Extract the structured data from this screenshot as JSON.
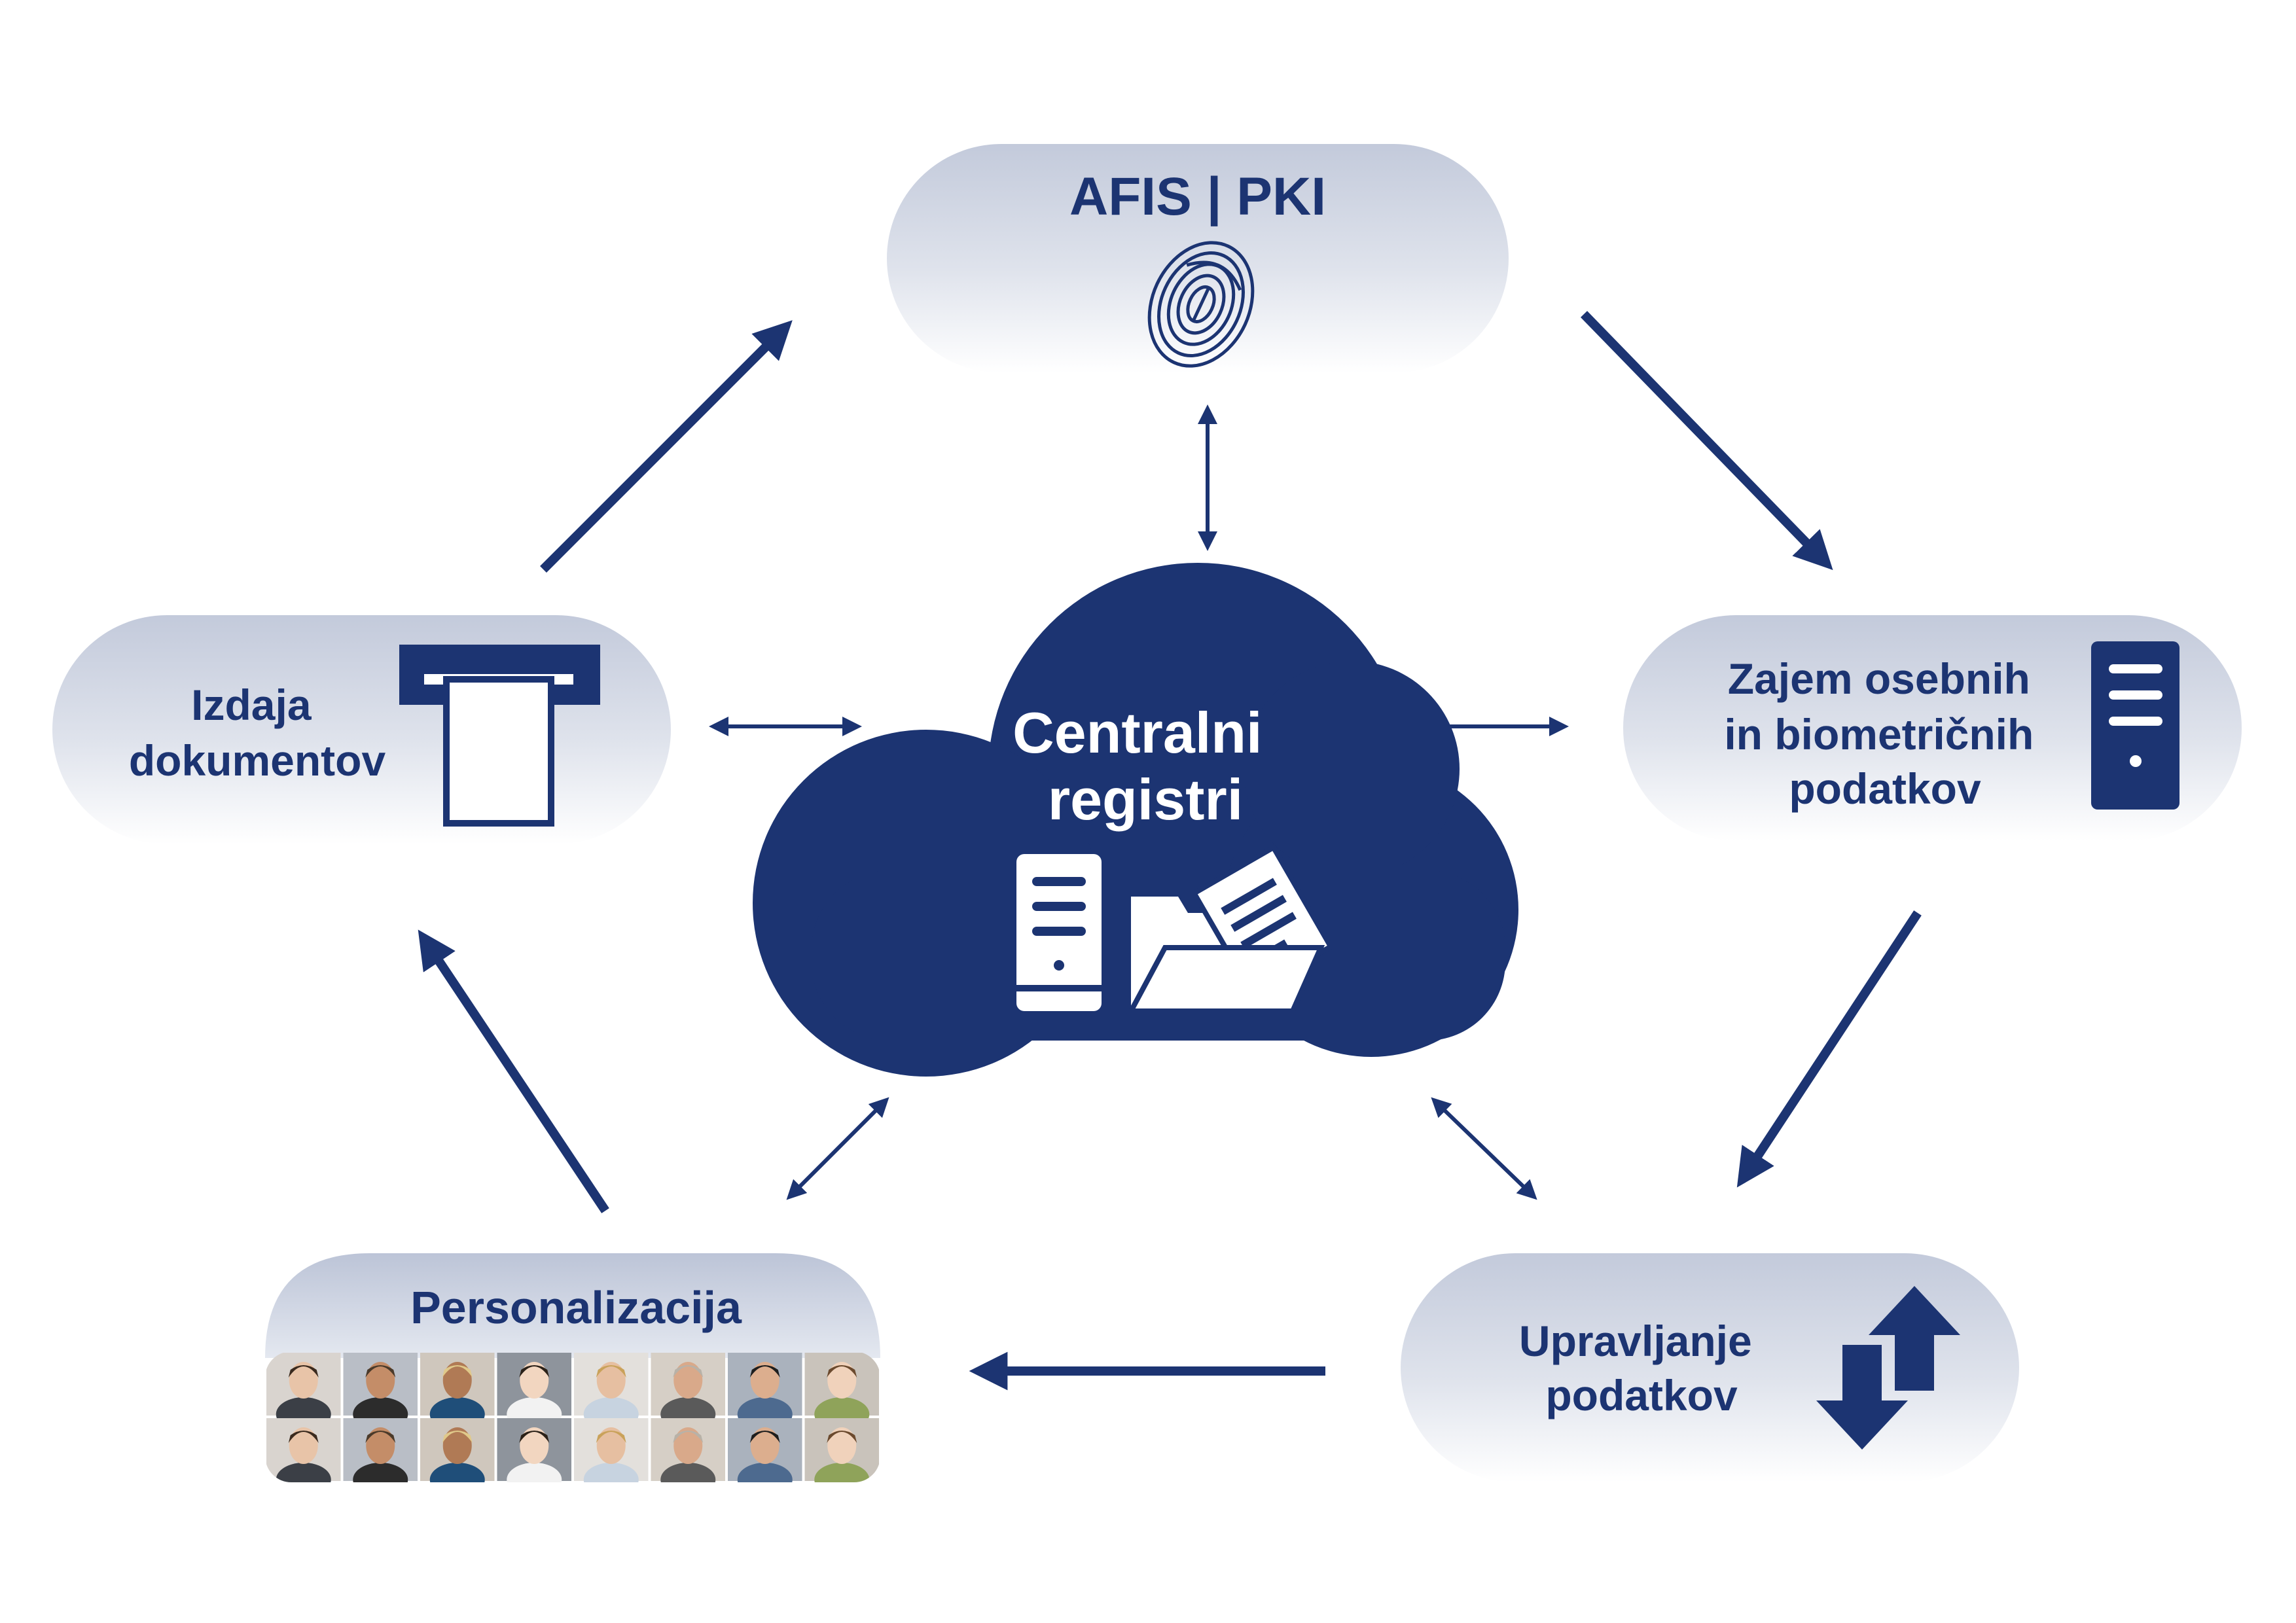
{
  "colors": {
    "navy": "#1c3472",
    "pill_top": "#c3cadb",
    "pill_bottom": "#ffffff",
    "white": "#ffffff"
  },
  "nodes": {
    "afis": {
      "label": "AFIS | PKI",
      "icon": "fingerprint-icon"
    },
    "capture": {
      "lines": [
        "Zajem osebnih",
        "in biometričnih",
        "podatkov"
      ],
      "icon": "server-icon"
    },
    "management": {
      "lines": [
        "Upravljanje",
        "podatkov"
      ],
      "icon": "up-down-arrows-icon"
    },
    "personalization": {
      "label": "Personalizacija",
      "icon": "portrait-grid"
    },
    "issuance": {
      "lines": [
        "Izdaja",
        "dokumentov"
      ],
      "icon": "document-slot-icon"
    },
    "center": {
      "lines": [
        "Centralni",
        "registri"
      ],
      "icons": [
        "server-icon",
        "folder-document-icon"
      ]
    }
  },
  "flow": [
    {
      "from": "issuance",
      "to": "afis"
    },
    {
      "from": "afis",
      "to": "capture"
    },
    {
      "from": "capture",
      "to": "management"
    },
    {
      "from": "management",
      "to": "personalization"
    },
    {
      "from": "personalization",
      "to": "issuance"
    }
  ],
  "links_to_center": [
    "afis",
    "capture",
    "management",
    "personalization",
    "issuance"
  ]
}
